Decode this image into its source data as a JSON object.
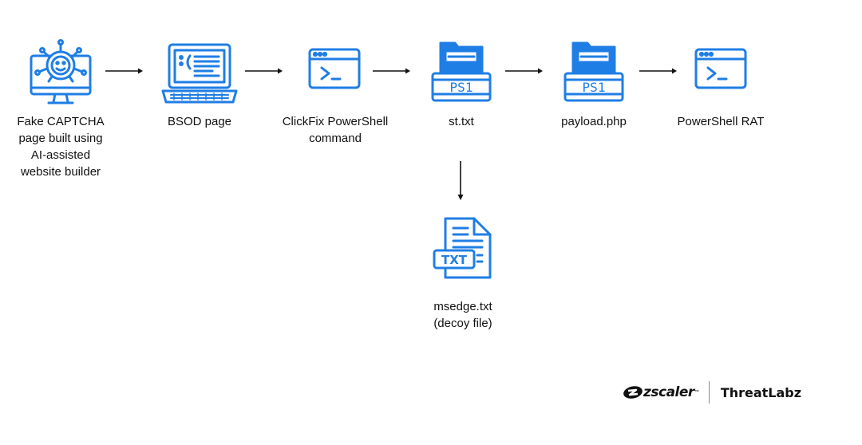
{
  "accent_color": "#1f7ee5",
  "nodes": [
    {
      "id": "captcha",
      "label": "Fake CAPTCHA\npage built using\nAI-assisted\nwebsite builder",
      "icon": "virus-monitor-icon"
    },
    {
      "id": "bsod",
      "label": "BSOD page",
      "icon": "laptop-icon"
    },
    {
      "id": "clickfix",
      "label": "ClickFix PowerShell\ncommand",
      "icon": "terminal-window-icon"
    },
    {
      "id": "st",
      "label": "st.txt",
      "icon": "ps1-folder-icon",
      "icon_text": "PS1"
    },
    {
      "id": "payload",
      "label": "payload.php",
      "icon": "ps1-folder-icon",
      "icon_text": "PS1"
    },
    {
      "id": "rat",
      "label": "PowerShell RAT",
      "icon": "terminal-window-icon"
    },
    {
      "id": "decoy",
      "label": "msedge.txt\n(decoy file)",
      "icon": "txt-file-icon",
      "icon_text": "TXT"
    }
  ],
  "footer": {
    "vendor": "zscaler",
    "trademark": "™",
    "team": "ThreatLabz"
  }
}
